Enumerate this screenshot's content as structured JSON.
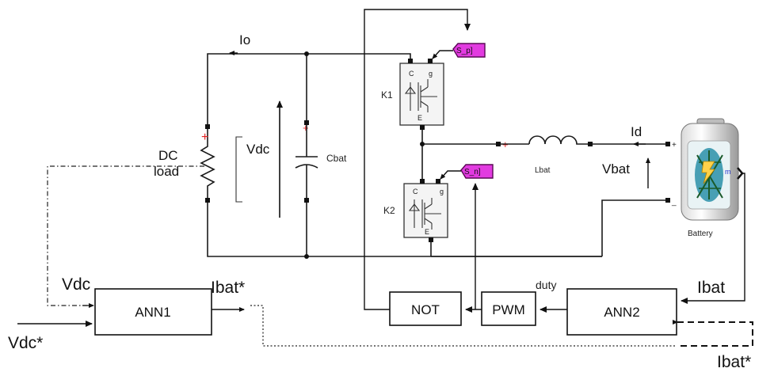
{
  "labels": {
    "io": "Io",
    "dc_load_line1": "DC",
    "dc_load_line2": "load",
    "vdc_circuit": "Vdc",
    "cbat": "Cbat",
    "k1": "K1",
    "k2": "K2",
    "s_p": "S_p]",
    "s_n": "S_n]",
    "lbat": "Lbat",
    "id": "Id",
    "vbat": "Vbat",
    "battery": "Battery",
    "battery_m": "m",
    "switch_c": "C",
    "switch_e": "E",
    "switch_g": "g"
  },
  "blocks": {
    "ann1": "ANN1",
    "ann2": "ANN2",
    "not": "NOT",
    "pwm": "PWM"
  },
  "signals": {
    "vdc_in": "Vdc",
    "vdc_ref": "Vdc*",
    "ibat_ref_out": "Ibat*",
    "ibat_in": "Ibat",
    "ibat_ref_bottom": "Ibat*",
    "duty": "duty"
  },
  "colors": {
    "tag_fill": "#e23be0",
    "plus_red": "#e02020",
    "battery_body": "#2a8fa8",
    "battery_m": "#2233cc"
  }
}
